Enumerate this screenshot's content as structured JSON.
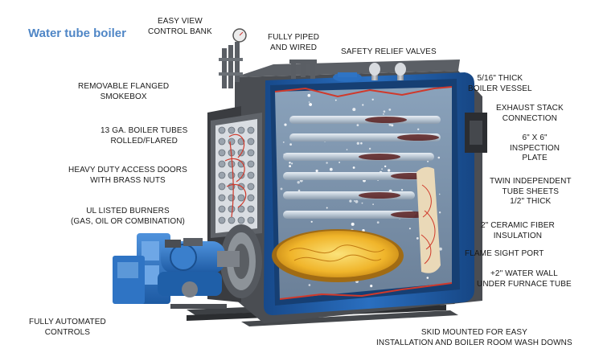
{
  "title": "Water tube boiler",
  "labels": {
    "easy_view": [
      "EASY VIEW",
      "CONTROL BANK"
    ],
    "fully_piped": [
      "FULLY PIPED",
      "AND WIRED"
    ],
    "safety_relief": [
      "SAFETY RELIEF VALVES"
    ],
    "smokebox": [
      "REMOVABLE FLANGED",
      "SMOKEBOX"
    ],
    "boiler_tubes": [
      "13 GA. BOILER TUBES",
      "ROLLED/FLARED"
    ],
    "access_doors": [
      "HEAVY DUTY ACCESS DOORS",
      "WITH BRASS NUTS"
    ],
    "burners": [
      "UL LISTED BURNERS",
      "(GAS, OIL OR COMBINATION)"
    ],
    "automated": [
      "FULLY AUTOMATED",
      "CONTROLS"
    ],
    "vessel": [
      "5/16\" THICK",
      "BOILER VESSEL"
    ],
    "exhaust": [
      "EXHAUST STACK",
      "CONNECTION"
    ],
    "inspection": [
      "6\" x 6\"",
      "INSPECTION",
      "PLATE"
    ],
    "tube_sheets": [
      "TWIN INDEPENDENT",
      "TUBE SHEETS",
      "1/2\" THICK"
    ],
    "insulation": [
      "2\" CERAMIC FIBER",
      "INSULATION"
    ],
    "sight_port": [
      "FLAME SIGHT PORT"
    ],
    "water_wall": [
      "+2\" WATER WALL",
      "UNDER FURNACE TUBE"
    ],
    "skid": [
      "SKID MOUNTED FOR EASY",
      "INSTALLATION AND BOILER ROOM WASH DOWNS"
    ]
  },
  "colors": {
    "title": "#4f86c6",
    "vessel_blue": "#1f5fa8",
    "burner_blue": "#2f74c4",
    "shell_grey": "#4a4d52",
    "interior": "#7f97b0",
    "flame": "#f2c53a",
    "flow_red": "#d0392b",
    "insulation": "#ead9b8"
  }
}
